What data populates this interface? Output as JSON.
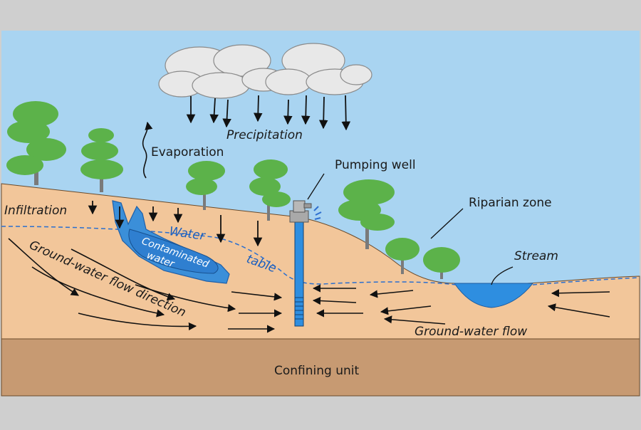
{
  "labels": {
    "precipitation": "Precipitation",
    "evaporation": "Evaporation",
    "pumping_well": "Pumping well",
    "riparian_zone": "Riparian zone",
    "infiltration": "Infiltration",
    "water": "Water",
    "table": "table",
    "contaminated": "Contaminated",
    "contaminated_water": "water",
    "groundwater_flow_direction": "Ground-water flow direction",
    "stream": "Stream",
    "groundwater_flow": "Ground-water flow",
    "confining_unit": "Confining unit"
  },
  "colors": {
    "frame": "#cfcfcf",
    "sky": "#a9d4f1",
    "ground": "#f2c69a",
    "confining": "#c79a72",
    "water": "#3b8fd9",
    "tree": "#5cb24a",
    "trunk": "#7a7a7a"
  }
}
